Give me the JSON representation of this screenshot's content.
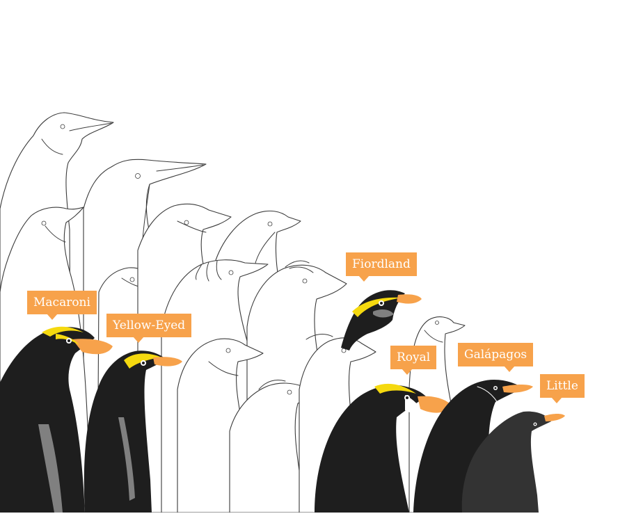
{
  "labels": [
    {
      "key": "macaroni",
      "text": "Macaroni"
    },
    {
      "key": "yellow_eyed",
      "text": "Yellow-Eyed"
    },
    {
      "key": "fiordland",
      "text": "Fiordland"
    },
    {
      "key": "royal",
      "text": "Royal"
    },
    {
      "key": "galapagos",
      "text": "Galápagos"
    },
    {
      "key": "little",
      "text": "Little"
    }
  ],
  "colors": {
    "label_bg": "#f7a24b",
    "label_text": "#ffffff",
    "body_dark": "#1e1e1e",
    "body_little": "#333333",
    "crest_yellow": "#f5d90f",
    "bill_orange": "#f7a24b",
    "outline": "#3a3a3a"
  }
}
